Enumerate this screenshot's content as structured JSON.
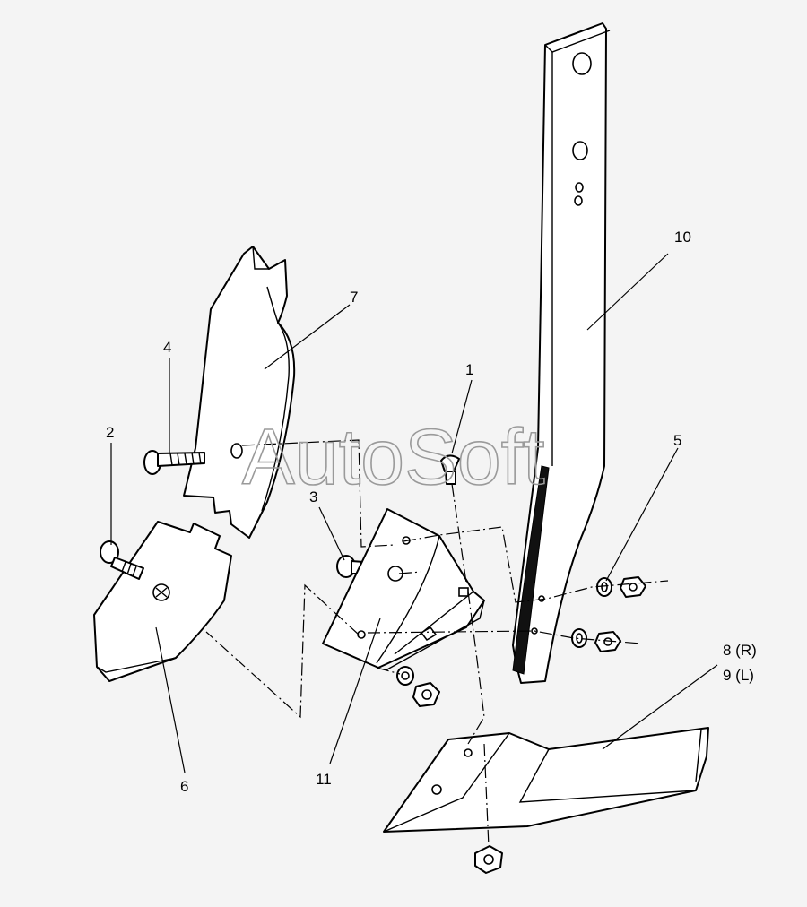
{
  "labels": {
    "l1": "1",
    "l2": "2",
    "l3": "3",
    "l4": "4",
    "l5": "5",
    "l6": "6",
    "l7": "7",
    "l8": "8 (R)",
    "l9": "9 (L)",
    "l10": "10",
    "l11": "11"
  },
  "watermark": "AutoSoft"
}
